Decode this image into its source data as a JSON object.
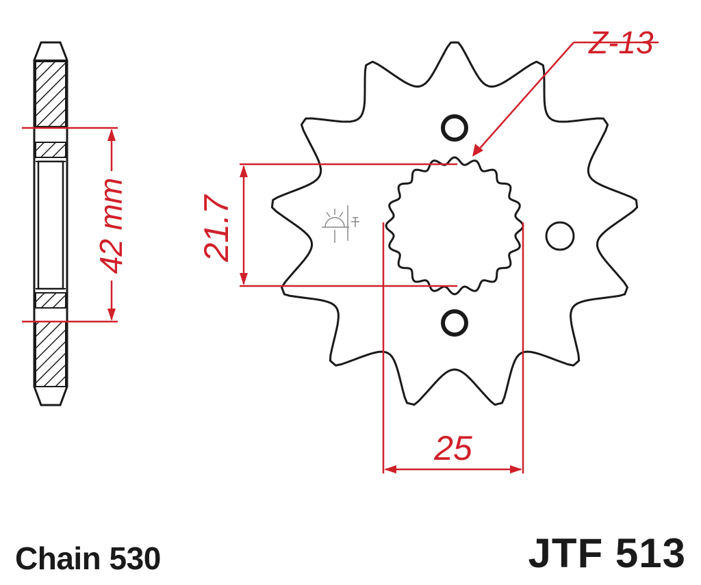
{
  "drawing": {
    "teeth_label": "Z-13",
    "inner_diameter_label": "21.7",
    "outer_width_label": "25",
    "bolt_circle_label": "42 mm"
  },
  "footer": {
    "chain": "Chain 530",
    "part_number": "JTF 513"
  },
  "colors": {
    "outline": "#1a1a1a",
    "dimension": "#d0202a",
    "hatch": "#1a1a1a"
  }
}
